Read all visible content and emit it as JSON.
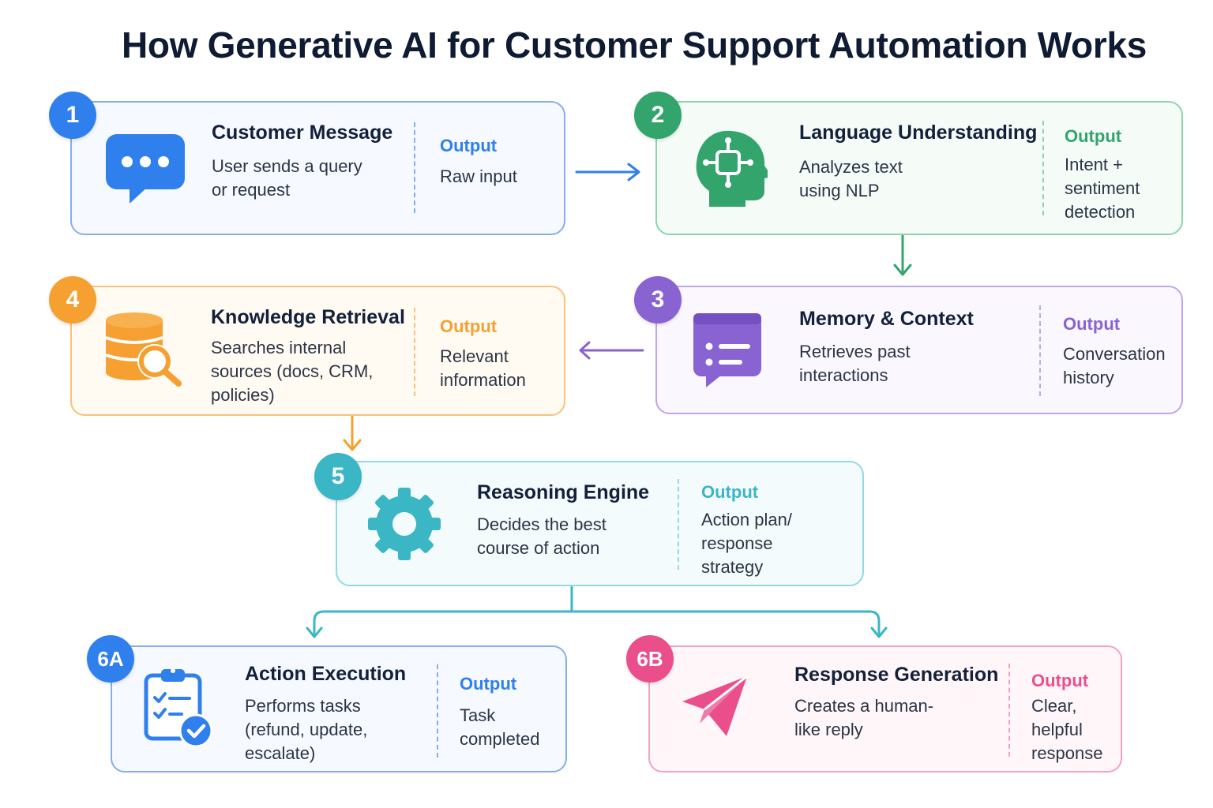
{
  "title": "How Generative AI for Customer Support Automation Works",
  "colors": {
    "blue": "#2f80ed",
    "green": "#33a46c",
    "purple": "#8a63d2",
    "orange": "#f5a030",
    "teal": "#3bb6c4",
    "pink": "#ea4f8c"
  },
  "steps": [
    {
      "badge": "1",
      "heading": "Customer Message",
      "desc": "User sends a query or request",
      "output_label": "Output",
      "output": "Raw input",
      "icon": "chat-bubble-icon"
    },
    {
      "badge": "2",
      "heading": "Language Understanding",
      "desc": "Analyzes text using NLP",
      "output_label": "Output",
      "output": "Intent + sentiment detection",
      "icon": "brain-head-icon"
    },
    {
      "badge": "3",
      "heading": "Memory & Context",
      "desc": "Retrieves past interactions",
      "output_label": "Output",
      "output": "Conversation history",
      "icon": "chat-list-icon"
    },
    {
      "badge": "4",
      "heading": "Knowledge Retrieval",
      "desc": "Searches internal sources (docs, CRM, policies)",
      "output_label": "Output",
      "output": "Relevant information",
      "icon": "database-search-icon"
    },
    {
      "badge": "5",
      "heading": "Reasoning Engine",
      "desc": "Decides the best course of action",
      "output_label": "Output",
      "output": "Action plan/ response strategy",
      "icon": "gear-icon"
    },
    {
      "badge": "6A",
      "heading": "Action Execution",
      "desc": "Performs tasks (refund, update, escalate)",
      "output_label": "Output",
      "output": "Task completed",
      "icon": "clipboard-check-icon"
    },
    {
      "badge": "6B",
      "heading": "Response Generation",
      "desc": "Creates a human-like reply",
      "output_label": "Output",
      "output": "Clear, helpful response",
      "icon": "paper-plane-icon"
    }
  ]
}
